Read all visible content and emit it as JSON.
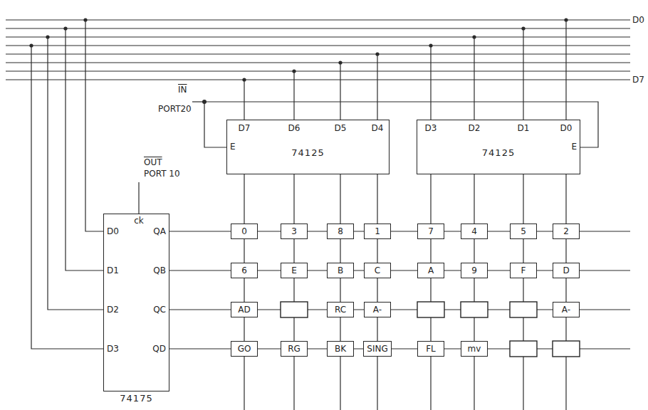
{
  "diagram": {
    "nodes": [
      {
        "text": [
          "74125"
        ]
      },
      {
        "text": [
          "74125"
        ]
      },
      {
        "text": [
          "74175"
        ]
      },
      {
        "text": [
          "0"
        ]
      },
      {
        "text": [
          "3"
        ]
      },
      {
        "text": [
          "8"
        ]
      },
      {
        "text": [
          "1"
        ]
      },
      {
        "text": [
          "7"
        ]
      },
      {
        "text": [
          "4"
        ]
      },
      {
        "text": [
          "5"
        ]
      },
      {
        "text": [
          "2"
        ]
      },
      {
        "text": [
          "6"
        ]
      },
      {
        "text": [
          "E"
        ]
      },
      {
        "text": [
          "B"
        ]
      },
      {
        "text": [
          "C"
        ]
      },
      {
        "text": [
          "A"
        ]
      },
      {
        "text": [
          "9"
        ]
      },
      {
        "text": [
          "F"
        ]
      },
      {
        "text": [
          "D"
        ]
      },
      {
        "text": [
          "AD"
        ]
      },
      {
        "text": [
          "RC"
        ]
      },
      {
        "text": [
          "A-"
        ]
      },
      {
        "text": [
          "A-"
        ]
      },
      {
        "text": [
          "GO"
        ]
      },
      {
        "text": [
          "RG"
        ]
      },
      {
        "text": [
          "BK"
        ]
      },
      {
        "text": [
          "SING"
        ]
      },
      {
        "text": [
          "FL"
        ]
      },
      {
        "text": [
          "mv"
        ]
      }
    ],
    "edges": [
      {
        "from": 0,
        "to": 1,
        "arrow": "none"
      }
    ],
    "labels": [
      "D0",
      "D7",
      "IN",
      "PORT20",
      "OUT",
      "PORT 10",
      "ck",
      "D7",
      "D6",
      "D5",
      "D4",
      "E",
      "D3",
      "D2",
      "D1",
      "D0",
      "E",
      "D0",
      "QA",
      "D1",
      "QB",
      "D2",
      "QC",
      "D3",
      "QD"
    ]
  }
}
